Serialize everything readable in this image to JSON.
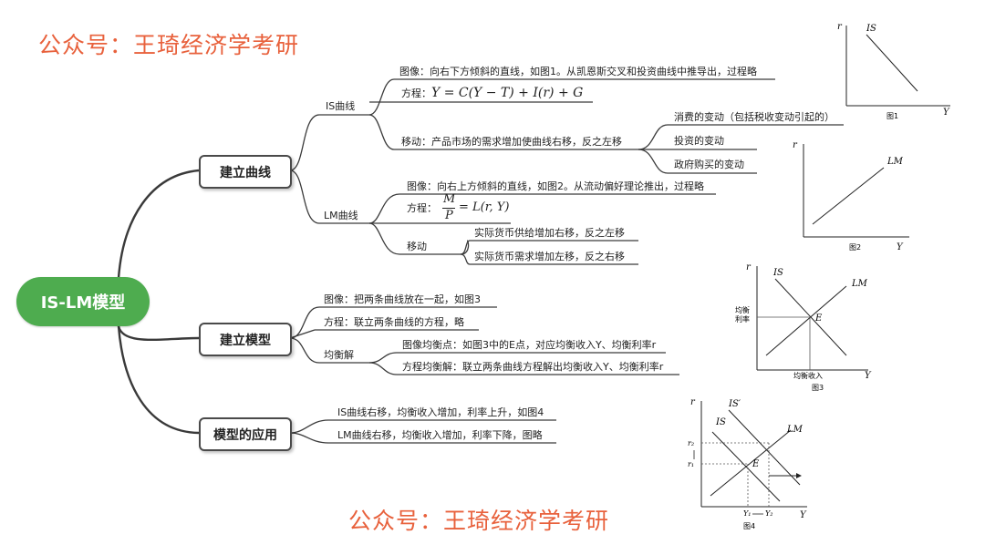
{
  "watermarks": {
    "top": "公众号：王琦经济学考研",
    "bottom": "公众号：王琦经济学考研"
  },
  "root": {
    "label": "IS-LM模型"
  },
  "branches": {
    "build_curve": {
      "label": "建立曲线",
      "is": {
        "label": "IS曲线",
        "image": "图像：向右下方倾斜的直线，如图1。从凯恩斯交叉和投资曲线中推导出，过程略",
        "equation_label": "方程：",
        "equation": "Y = C(Y − T) + I(r) + G",
        "shift_label": "移动：产品市场的需求增加使曲线右移，反之左移",
        "shift_items": [
          "消费的变动（包括税收变动引起的）",
          "投资的变动",
          "政府购买的变动"
        ]
      },
      "lm": {
        "label": "LM曲线",
        "image": "图像：向右上方倾斜的直线，如图2。从流动偏好理论推出，过程略",
        "equation_label": "方程：",
        "eq_num": "M",
        "eq_den": "P",
        "eq_rhs": "= L(r, Y)",
        "shift_label": "移动",
        "shift_items": [
          "实际货币供给增加右移，反之左移",
          "实际货币需求增加左移，反之右移"
        ]
      }
    },
    "build_model": {
      "label": "建立模型",
      "image": "图像：把两条曲线放在一起，如图3",
      "equation": "方程：联立两条曲线的方程，略",
      "eq_label": "均衡解",
      "eq_items": [
        "图像均衡点：如图3中的E点，对应均衡收入Y、均衡利率r",
        "方程均衡解：联立两条曲线方程解出均衡收入Y、均衡利率r"
      ]
    },
    "application": {
      "label": "模型的应用",
      "items": [
        "IS曲线右移，均衡收入增加，利率上升，如图4",
        "LM曲线右移，均衡收入增加，利率下降，图略"
      ]
    }
  },
  "figures": {
    "fig1": {
      "caption": "图1",
      "y_axis": "r",
      "x_axis": "Y",
      "curve": "IS"
    },
    "fig2": {
      "caption": "图2",
      "y_axis": "r",
      "x_axis": "Y",
      "curve": "LM"
    },
    "fig3": {
      "caption": "图3",
      "y_axis": "r",
      "x_axis": "Y",
      "curves": [
        "IS",
        "LM"
      ],
      "point": "E",
      "y_mark": "均衡利率",
      "x_mark": "均衡收入"
    },
    "fig4": {
      "caption": "图4",
      "y_axis": "r",
      "x_axis": "Y",
      "curves": [
        "IS",
        "IS′",
        "LM"
      ],
      "point": "E",
      "r1": "r₁",
      "r2": "r₂",
      "y1": "Y₁",
      "y2": "Y₂"
    }
  },
  "colors": {
    "root_green": "#4eac4f",
    "watermark": "#e8613c",
    "line": "#3a3a3a"
  }
}
